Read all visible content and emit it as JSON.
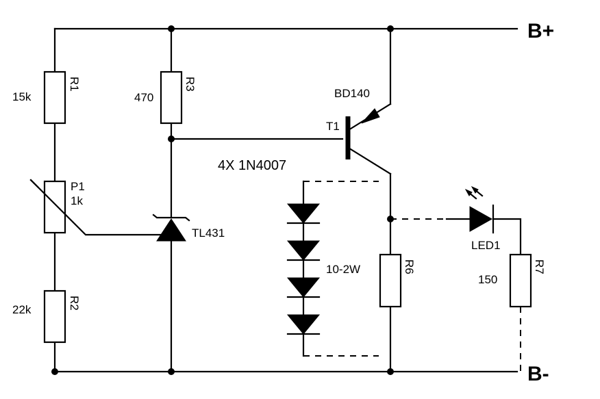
{
  "rails": {
    "positive": "B+",
    "negative": "B-"
  },
  "components": {
    "r1": {
      "ref": "R1",
      "value": "15k"
    },
    "p1": {
      "ref": "P1",
      "value": "1k"
    },
    "r2": {
      "ref": "R2",
      "value": "22k"
    },
    "r3": {
      "ref": "R3",
      "value": "470"
    },
    "tl431": {
      "ref": "TL431"
    },
    "t1": {
      "ref": "T1",
      "part": "BD140"
    },
    "diodes": {
      "label": "4X 1N4007"
    },
    "r6": {
      "ref": "R6",
      "value": "10-2W"
    },
    "led1": {
      "ref": "LED1"
    },
    "r7": {
      "ref": "R7",
      "value": "150"
    }
  }
}
